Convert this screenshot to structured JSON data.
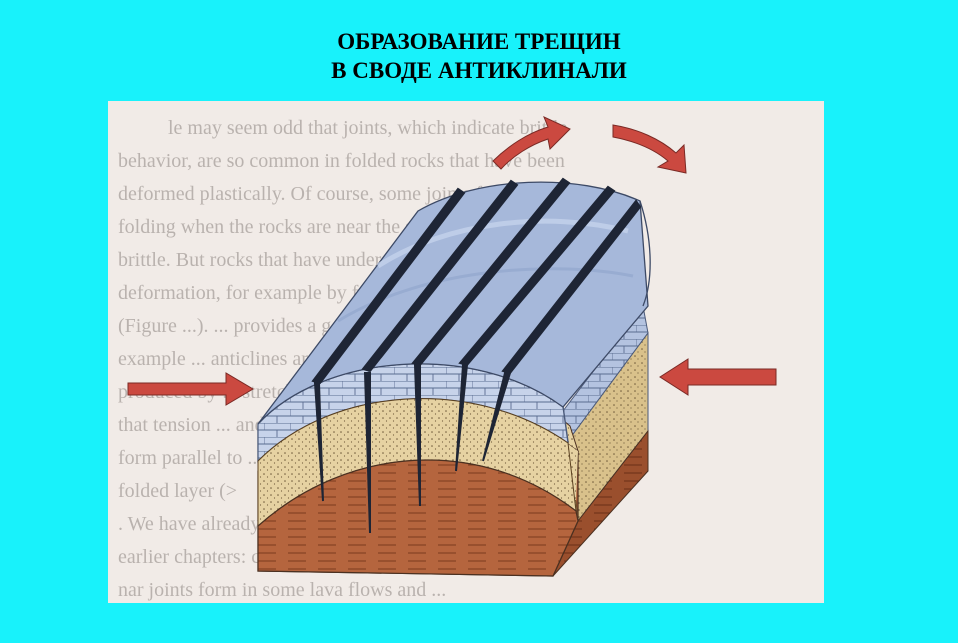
{
  "title": {
    "line1": "ОБРАЗОВАНИЕ ТРЕЩИН",
    "line2": "В СВОДЕ АНТИКЛИНАЛИ"
  },
  "figure": {
    "background_text_lines": [
      "le may seem odd that joints, which indicate brittle",
      "behavior, are so common in folded rocks that have been",
      "deformed plastically. Of course, some joints form before",
      "folding when the rocks are near the surface where they are",
      "brittle. But rocks that have undergone considerable plastic",
      "deformation, for example by folding, can be fractured",
      "(Figure ...). ... provides a good",
      "example ... anticlines are",
      "produced by ... stretched such",
      "that tension ... and joints",
      "form parallel to ... upper part of",
      "folded layer (>",
      ". We have already ... of joints in",
      "earlier chapters: columnar ... colum-",
      "nar joints form in some lava flows and ..."
    ],
    "colors": {
      "limestone_top": "#a6b8da",
      "limestone_side": "#c7d3ea",
      "sandstone": "#e6d2a2",
      "shale": "#b5653e",
      "arrow": "#cb4940",
      "page_bg": "#f1ebe7"
    },
    "icons": [
      "arrow-left-compression-icon",
      "arrow-right-compression-icon",
      "arrow-curved-left-tension-icon",
      "arrow-curved-right-tension-icon"
    ]
  }
}
